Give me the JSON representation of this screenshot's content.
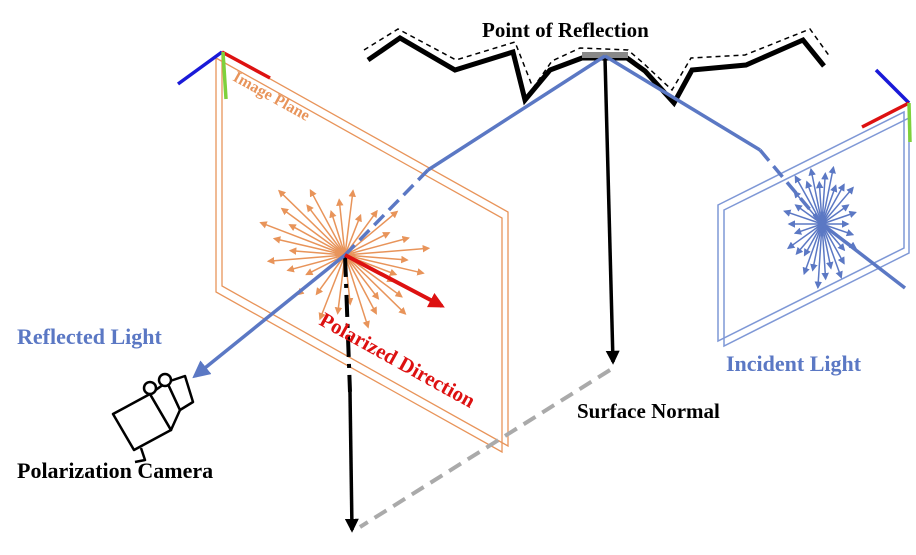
{
  "labels": {
    "point_of_reflection": "Point of Reflection",
    "image_plane": "Image Plane",
    "polarized_direction": "Polarized Direction",
    "reflected_light": "Reflected Light",
    "incident_light": "Incident Light",
    "surface_normal": "Surface Normal",
    "polarization_camera": "Polarization Camera"
  },
  "colors": {
    "light_ray": "#5b78c4",
    "image_plane": "#e8945a",
    "polarized": "#dd1111",
    "normal": "#000000",
    "axis_red": "#dd1111",
    "axis_blue": "#1a1ad8",
    "axis_green": "#7ed13c",
    "dashed_gray": "#aaaaaa"
  }
}
